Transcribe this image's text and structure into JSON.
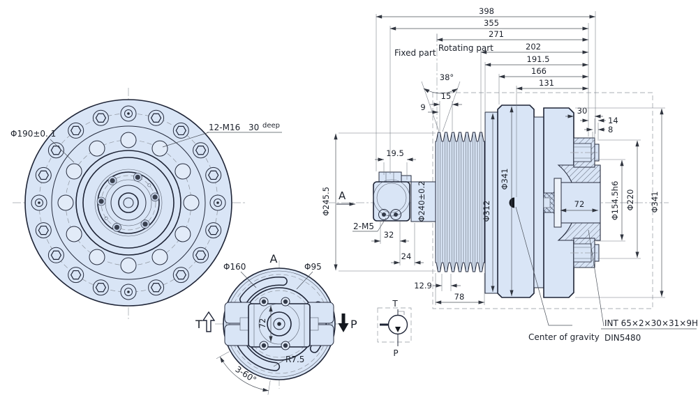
{
  "front_view": {
    "pitch_dia": "Φ190±0. 1",
    "thread": "12-M16",
    "depth": "30",
    "depth_word": "deep"
  },
  "a_view": {
    "title": "A",
    "d160": "Φ160",
    "d95": "Φ95",
    "h72": "72",
    "radius": "R7.5",
    "slots": "3-60°",
    "t": "T",
    "p": "P"
  },
  "section": {
    "chain": [
      "398",
      "355",
      "271",
      "202",
      "191.5",
      "166",
      "131"
    ],
    "fixed": "Fixed part",
    "rotating": "Rotating part",
    "angle": "38°",
    "d15": "15",
    "d9": "9",
    "d30": "30",
    "d14": "14",
    "d8": "8",
    "d245": "Φ245.5",
    "view_arrow": "A",
    "d195": "19.5",
    "d240": "Φ240±0.2",
    "m5": "2-M5",
    "d32": "32",
    "d24": "24",
    "d129": "12.9",
    "d78": "78",
    "d312": "Φ312",
    "d341_body": "Φ341",
    "d341_flange": "Φ341",
    "d154": "Φ154.5h6",
    "d220": "Φ220",
    "bore72": "72",
    "cog": "Center of gravity",
    "spline": "INT 65×2×30×31×9H",
    "din": "DIN5480"
  },
  "symbol": {
    "t": "T",
    "p": "P"
  },
  "colors": {
    "body_fill": "#d9e5f6",
    "line": "#1e2436"
  }
}
